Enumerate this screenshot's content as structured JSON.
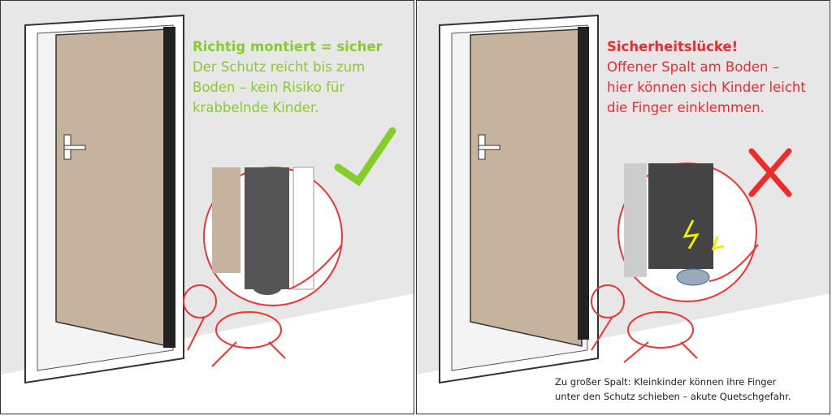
{
  "left_panel": {
    "heading": "Richtig montiert = sicher",
    "lines": [
      "Der Schutz reicht bis zum",
      "Boden – kein Risiko für",
      "krabbelnde Kinder."
    ],
    "icon": "checkmark-icon",
    "accent": "#86cc2a"
  },
  "right_panel": {
    "heading": "Sicherheitslücke!",
    "lines": [
      "Offener Spalt am Boden –",
      "hier können sich Kinder leicht",
      "die Finger einklemmen."
    ],
    "icon": "cross-icon",
    "accent": "#ee2a2a",
    "note": [
      "Zu großer Spalt: Kleinkinder können ihre Finger",
      "unter den Schutz schieben – akute Quetschgefahr."
    ]
  }
}
